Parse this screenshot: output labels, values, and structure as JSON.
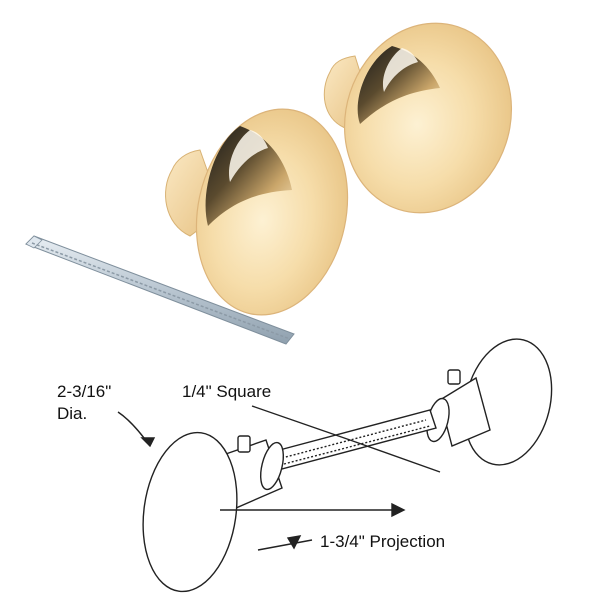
{
  "labels": {
    "diameter_line1": "2-3/16\"",
    "diameter_line2": "Dia.",
    "spindle": "1/4\" Square",
    "projection": "1-3/4\" Projection"
  },
  "colors": {
    "brass_light": "#fdf1d3",
    "brass_mid": "#f5d9a0",
    "brass_dark": "#e0b877",
    "shadow": "#2a2a2a",
    "spindle_silver": "#c9d4dd",
    "line_art": "#222222"
  }
}
